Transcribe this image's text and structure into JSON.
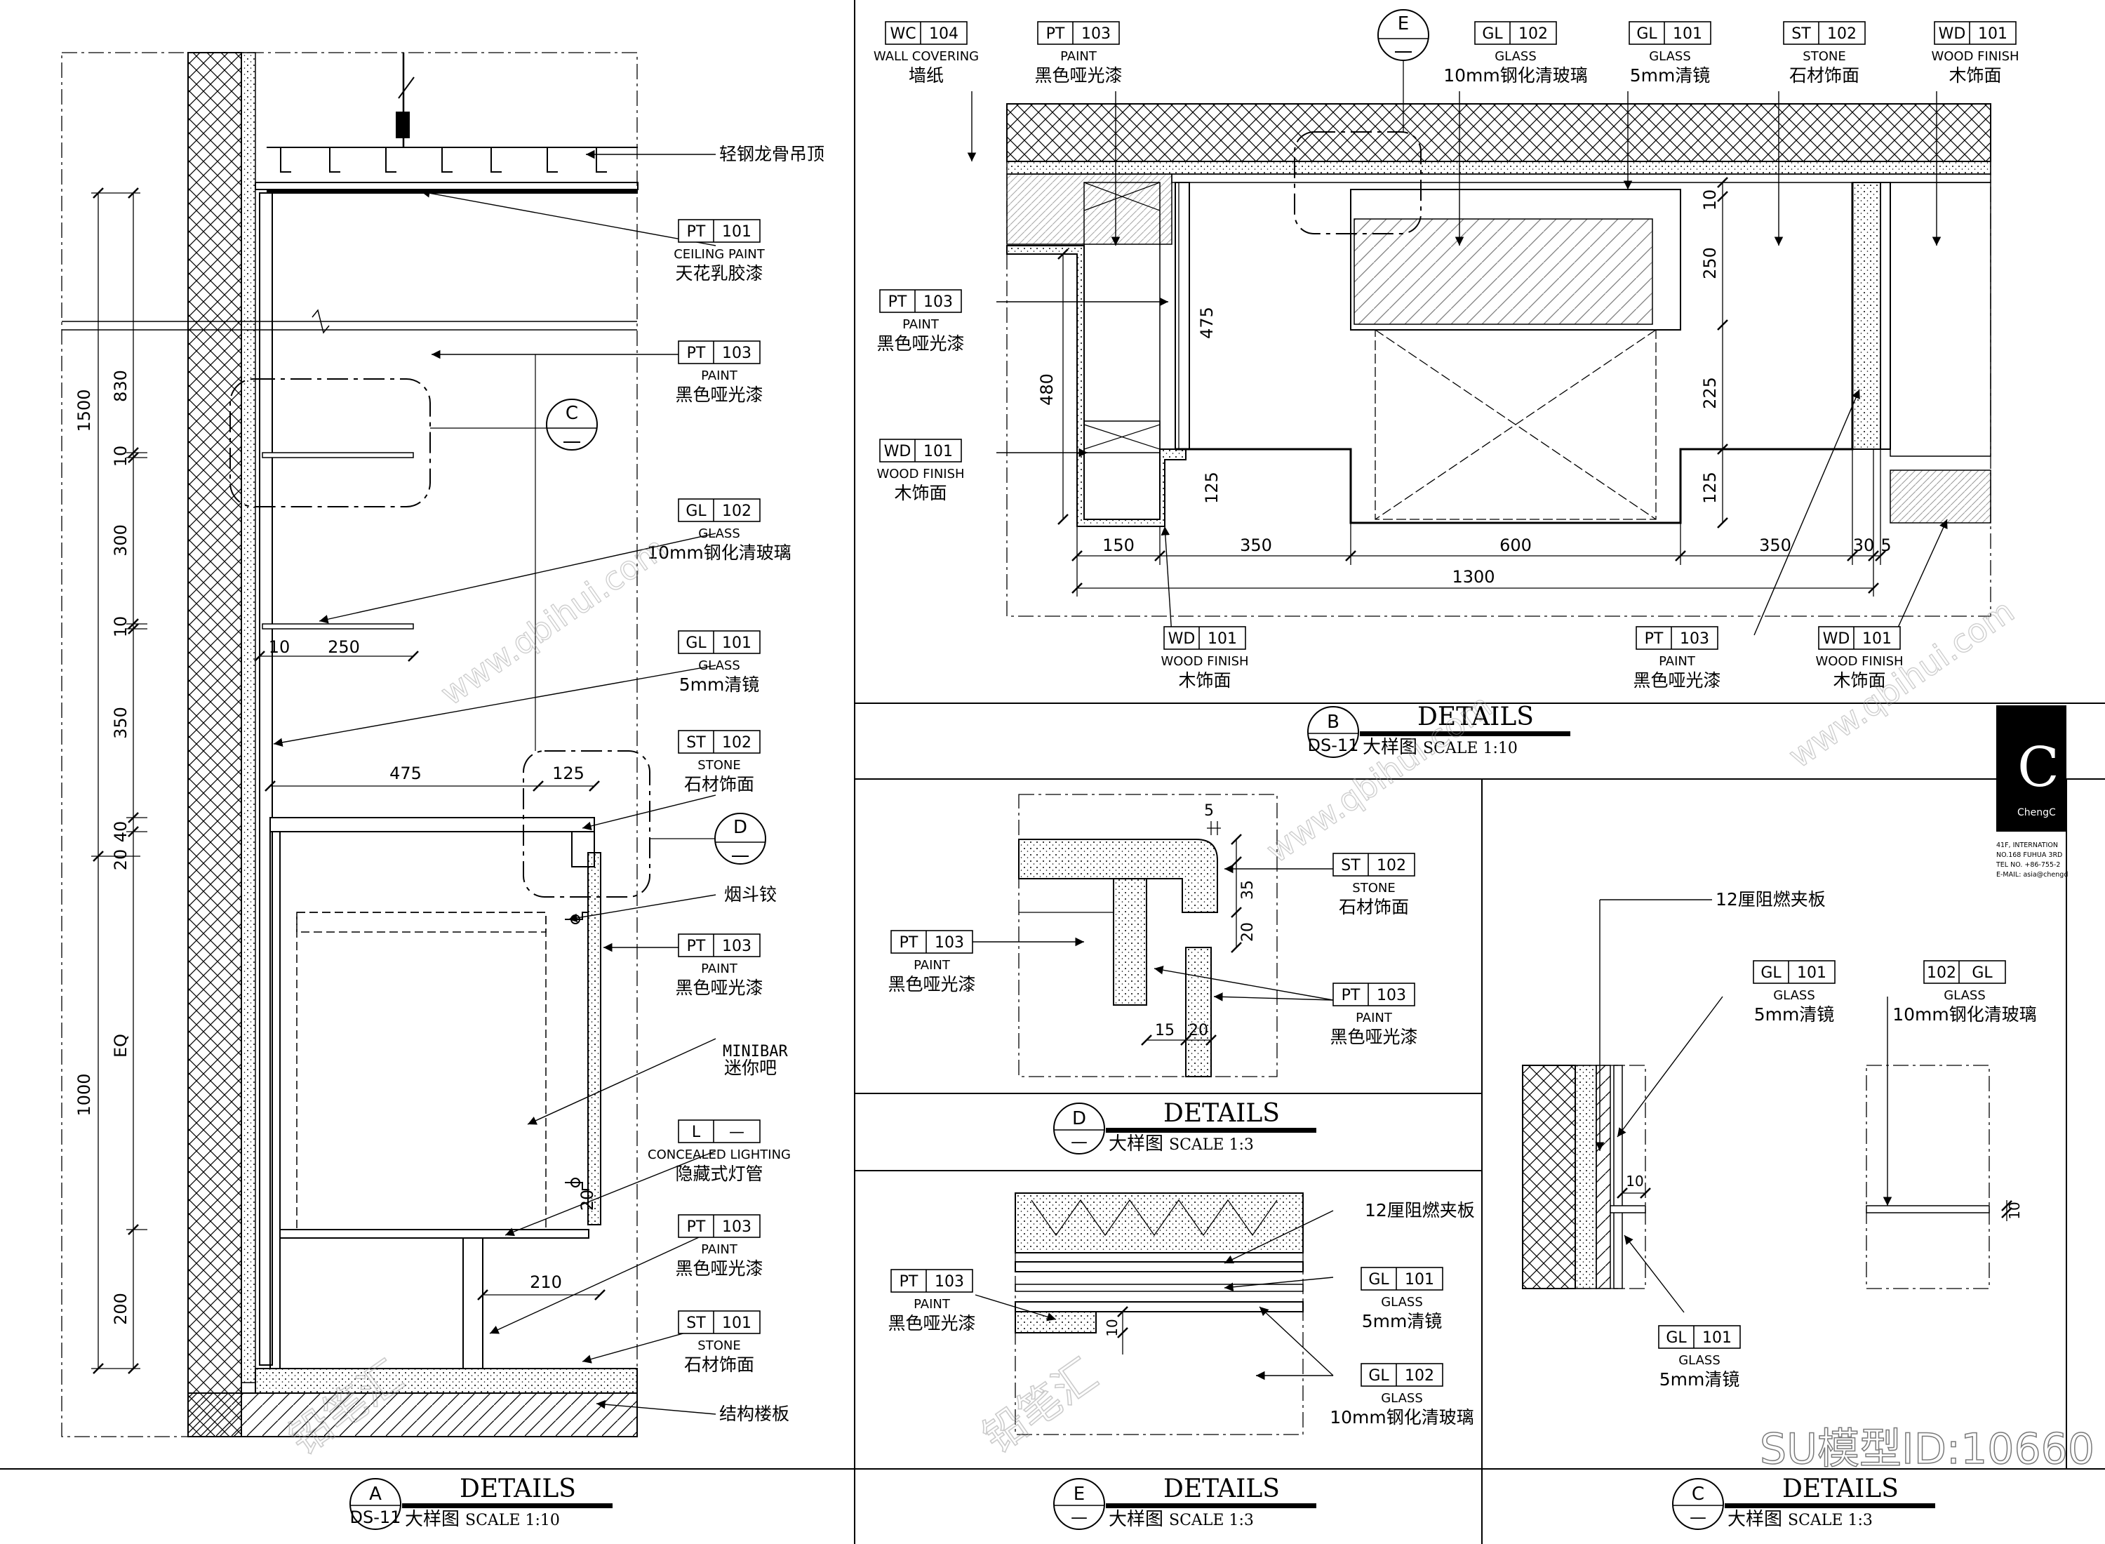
{
  "callouts": {
    "a1": {
      "code": "PT",
      "num": "101",
      "en": "CEILING PAINT",
      "cn": "天花乳胶漆"
    },
    "a2": {
      "code": "PT",
      "num": "103",
      "en": "PAINT",
      "cn": "黑色哑光漆"
    },
    "a3": {
      "code": "GL",
      "num": "102",
      "en": "GLASS",
      "cn": "10mm钢化清玻璃"
    },
    "a4": {
      "code": "GL",
      "num": "101",
      "en": "GLASS",
      "cn": "5mm清镜"
    },
    "a5": {
      "code": "ST",
      "num": "102",
      "en": "STONE",
      "cn": "石材饰面"
    },
    "a6": {
      "code": "PT",
      "num": "103",
      "en": "PAINT",
      "cn": "黑色哑光漆"
    },
    "a7": {
      "code": "L",
      "num": "—",
      "en": "CONCEALED LIGHTING",
      "cn": "隐藏式灯管"
    },
    "a8": {
      "code": "PT",
      "num": "103",
      "en": "PAINT",
      "cn": "黑色哑光漆"
    },
    "a9": {
      "code": "ST",
      "num": "101",
      "en": "STONE",
      "cn": "石材饰面"
    },
    "b1": {
      "code": "WC",
      "num": "104",
      "en": "WALL COVERING",
      "cn": "墙纸"
    },
    "b2": {
      "code": "PT",
      "num": "103",
      "en": "PAINT",
      "cn": "黑色哑光漆"
    },
    "b3": {
      "code": "GL",
      "num": "102",
      "en": "GLASS",
      "cn": "10mm钢化清玻璃"
    },
    "b4": {
      "code": "GL",
      "num": "101",
      "en": "GLASS",
      "cn": "5mm清镜"
    },
    "b5": {
      "code": "ST",
      "num": "102",
      "en": "STONE",
      "cn": "石材饰面"
    },
    "b6": {
      "code": "WD",
      "num": "101",
      "en": "WOOD FINISH",
      "cn": "木饰面"
    },
    "b7": {
      "code": "PT",
      "num": "103",
      "en": "PAINT",
      "cn": "黑色哑光漆"
    },
    "b8": {
      "code": "WD",
      "num": "101",
      "en": "WOOD FINISH",
      "cn": "木饰面"
    },
    "b9": {
      "code": "WD",
      "num": "101",
      "en": "WOOD FINISH",
      "cn": "木饰面"
    },
    "b10": {
      "code": "PT",
      "num": "103",
      "en": "PAINT",
      "cn": "黑色哑光漆"
    },
    "b11": {
      "code": "WD",
      "num": "101",
      "en": "WOOD FINISH",
      "cn": "木饰面"
    },
    "d1": {
      "code": "ST",
      "num": "102",
      "en": "STONE",
      "cn": "石材饰面"
    },
    "d2": {
      "code": "PT",
      "num": "103",
      "en": "PAINT",
      "cn": "黑色哑光漆"
    },
    "d3": {
      "code": "PT",
      "num": "103",
      "en": "PAINT",
      "cn": "黑色哑光漆"
    },
    "e1": {
      "code": "PT",
      "num": "103",
      "en": "PAINT",
      "cn": "黑色哑光漆"
    },
    "e2": {
      "code": "GL",
      "num": "101",
      "en": "GLASS",
      "cn": "5mm清镜"
    },
    "e3": {
      "code": "GL",
      "num": "102",
      "en": "GLASS",
      "cn": "10mm钢化清玻璃"
    },
    "c1": {
      "code": "GL",
      "num": "101",
      "en": "GLASS",
      "cn": "5mm清镜"
    },
    "c2": {
      "code": "102",
      "num": "GL",
      "en": "GLASS",
      "cn": "10mm钢化清玻璃"
    },
    "c3": {
      "code": "GL",
      "num": "101",
      "en": "GLASS",
      "cn": "5mm清镜"
    }
  },
  "plain_labels": {
    "ceiling": "轻钢龙骨吊顶",
    "hinge": "烟斗铰",
    "minibar_en": "MINIBAR",
    "minibar_cn": "迷你吧",
    "slab": "结构楼板",
    "board_c": "12厘阻燃夹板",
    "board_e": "12厘阻燃夹板"
  },
  "detail_bubbles": {
    "c": "C",
    "d": "D",
    "e": "E",
    "l": "L"
  },
  "titles": {
    "a": {
      "letter": "A",
      "sheet": "DS-11",
      "name": "DETAILS",
      "cn": "大样图",
      "scale": "SCALE 1:10"
    },
    "b": {
      "letter": "B",
      "sheet": "DS-11",
      "name": "DETAILS",
      "cn": "大样图",
      "scale": "SCALE 1:10"
    },
    "d": {
      "letter": "D",
      "sheet": "—",
      "name": "DETAILS",
      "cn": "大样图",
      "scale": "SCALE 1:3"
    },
    "e": {
      "letter": "E",
      "sheet": "—",
      "name": "DETAILS",
      "cn": "大样图",
      "scale": "SCALE 1:3"
    },
    "c": {
      "letter": "C",
      "sheet": "—",
      "name": "DETAILS",
      "cn": "大样图",
      "scale": "SCALE 1:3"
    }
  },
  "dims": {
    "a_v": [
      "1500",
      "830",
      "10",
      "300",
      "10",
      "350",
      "20",
      "40",
      "1000",
      "EQ",
      "200"
    ],
    "a_h": [
      "250",
      "10",
      "475",
      "125",
      "210",
      "20"
    ],
    "b_h": [
      "150",
      "350",
      "600",
      "350",
      "30",
      "5",
      "1300"
    ],
    "b_v": [
      "475",
      "480",
      "125",
      "10",
      "250",
      "225",
      "125"
    ],
    "d": [
      "5",
      "35",
      "20",
      "15",
      "20"
    ],
    "e": [
      "10"
    ],
    "c": [
      "10",
      "10"
    ]
  },
  "company": {
    "logo": "C",
    "name": "ChengC",
    "lines": [
      "41F, INTERNATION",
      "NO.168 FUHUA 3RD",
      "TEL NO. +86-755-2",
      "E-MAIL: asia@chengd"
    ]
  },
  "watermarks": {
    "brand": "铅笔汇",
    "url": "www.qbihui.com",
    "model_id": "SU模型ID:10660"
  },
  "colors": {
    "line": "#000000",
    "watermark": "#c8c8c8",
    "hatch": "#000000"
  }
}
